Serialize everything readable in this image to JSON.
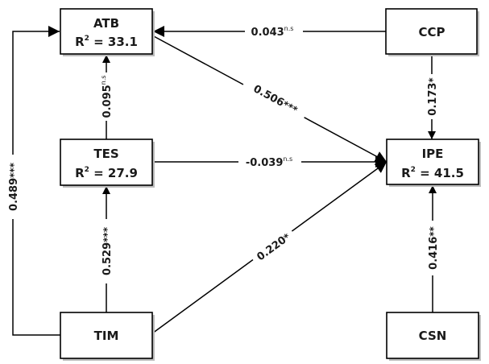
{
  "diagram": {
    "type": "path-model",
    "nodes": [
      {
        "id": "ATB",
        "label": "ATB",
        "r2": "R2 = 33.1",
        "r2_prefix": "R",
        "r2_sup": "2",
        "r2_value": " = 33.1"
      },
      {
        "id": "CCP",
        "label": "CCP"
      },
      {
        "id": "TES",
        "label": "TES",
        "r2": "R2 = 27.9",
        "r2_prefix": "R",
        "r2_sup": "2",
        "r2_value": " = 27.9"
      },
      {
        "id": "IPE",
        "label": "IPE",
        "r2": "R2 = 41.5",
        "r2_prefix": "R",
        "r2_sup": "2",
        "r2_value": " = 41.5"
      },
      {
        "id": "TIM",
        "label": "TIM"
      },
      {
        "id": "CSN",
        "label": "CSN"
      }
    ],
    "paths": [
      {
        "id": "ccp-atb",
        "from": "CCP",
        "to": "ATB",
        "coef": "0.043",
        "sig": "",
        "sup": "n.s"
      },
      {
        "id": "atb-ipe",
        "from": "ATB",
        "to": "IPE",
        "coef": "0.506",
        "sig": "***",
        "sup": ""
      },
      {
        "id": "ccp-ipe",
        "from": "CCP",
        "to": "IPE",
        "coef": "0.173",
        "sig": "*",
        "sup": ""
      },
      {
        "id": "tes-atb",
        "from": "TES",
        "to": "ATB",
        "coef": "0.095",
        "sig": "",
        "sup": "n.s"
      },
      {
        "id": "tes-ipe",
        "from": "TES",
        "to": "IPE",
        "coef": "-0.039",
        "sig": "",
        "sup": "n.s"
      },
      {
        "id": "tim-atb",
        "from": "TIM",
        "to": "ATB",
        "coef": "0.489",
        "sig": "***",
        "sup": ""
      },
      {
        "id": "tim-tes",
        "from": "TIM",
        "to": "TES",
        "coef": "0.529",
        "sig": "***",
        "sup": ""
      },
      {
        "id": "tim-ipe",
        "from": "TIM",
        "to": "IPE",
        "coef": "0.220",
        "sig": "*",
        "sup": ""
      },
      {
        "id": "csn-ipe",
        "from": "CSN",
        "to": "IPE",
        "coef": "0.416",
        "sig": "**",
        "sup": ""
      }
    ]
  }
}
